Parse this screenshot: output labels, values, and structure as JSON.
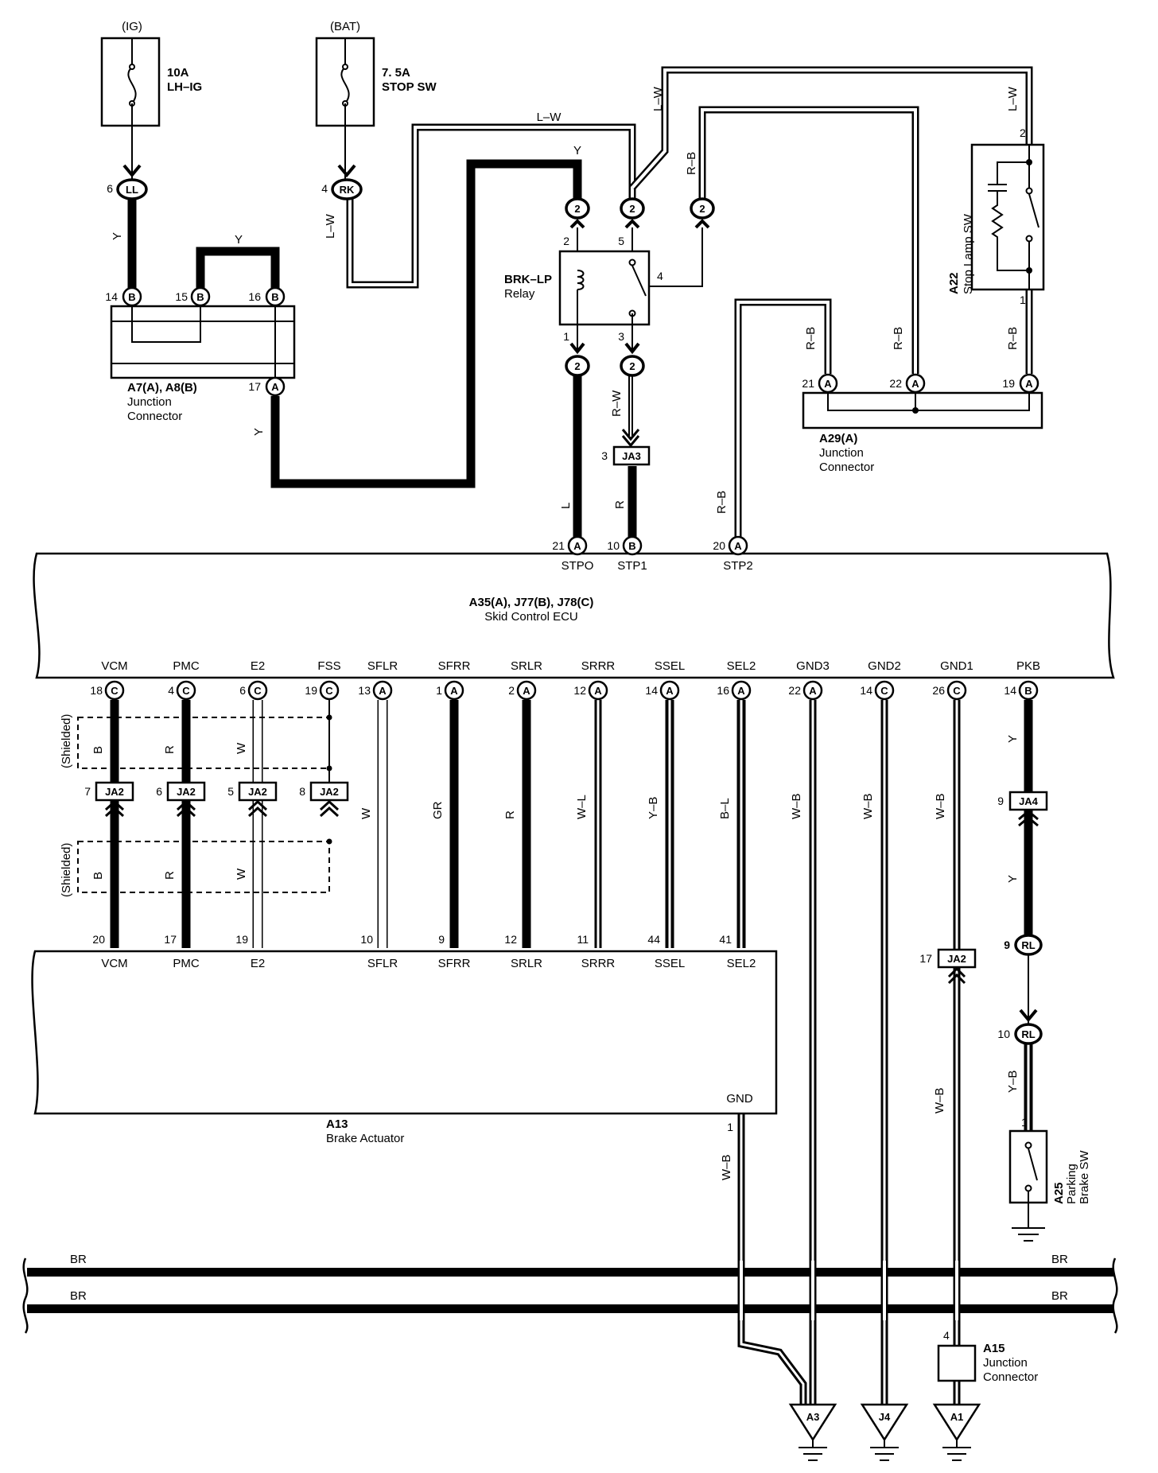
{
  "fuses": {
    "ig": {
      "source": "(IG)",
      "rating": "10A",
      "name": "LH–IG"
    },
    "bat": {
      "source": "(BAT)",
      "rating": "7. 5A",
      "name": "STOP SW"
    }
  },
  "junction_a7": {
    "code": "A7(A), A8(B)",
    "name1": "Junction",
    "name2": "Connector"
  },
  "junction_a29": {
    "code": "A29(A)",
    "name1": "Junction",
    "name2": "Connector"
  },
  "junction_a15": {
    "code": "A15",
    "name1": "Junction",
    "name2": "Connector"
  },
  "relay": {
    "name1": "BRK–LP",
    "name2": "Relay"
  },
  "stop_lamp_sw": {
    "code": "A22",
    "name": "Stop Lamp SW"
  },
  "parking_sw": {
    "code": "A25",
    "name1": "Parking",
    "name2": "Brake SW"
  },
  "ecu": {
    "code": "A35(A), J77(B), J78(C)",
    "name": "Skid Control ECU"
  },
  "actuator": {
    "code": "A13",
    "name": "Brake Actuator",
    "gnd_label": "GND"
  },
  "ecu_top_terminals": [
    {
      "pin": "21",
      "conn": "A",
      "signal": "STPO"
    },
    {
      "pin": "10",
      "conn": "B",
      "signal": "STP1"
    },
    {
      "pin": "20",
      "conn": "A",
      "signal": "STP2"
    }
  ],
  "ecu_bottom_terminals": [
    {
      "signal": "VCM",
      "pin": "18",
      "conn": "C"
    },
    {
      "signal": "PMC",
      "pin": "4",
      "conn": "C"
    },
    {
      "signal": "E2",
      "pin": "6",
      "conn": "C"
    },
    {
      "signal": "FSS",
      "pin": "19",
      "conn": "C"
    },
    {
      "signal": "SFLR",
      "pin": "13",
      "conn": "A"
    },
    {
      "signal": "SFRR",
      "pin": "1",
      "conn": "A"
    },
    {
      "signal": "SRLR",
      "pin": "2",
      "conn": "A"
    },
    {
      "signal": "SRRR",
      "pin": "12",
      "conn": "A"
    },
    {
      "signal": "SSEL",
      "pin": "14",
      "conn": "A"
    },
    {
      "signal": "SEL2",
      "pin": "16",
      "conn": "A"
    },
    {
      "signal": "GND3",
      "pin": "22",
      "conn": "A"
    },
    {
      "signal": "GND2",
      "pin": "14",
      "conn": "C"
    },
    {
      "signal": "GND1",
      "pin": "26",
      "conn": "C"
    },
    {
      "signal": "PKB",
      "pin": "14",
      "conn": "B"
    }
  ],
  "actuator_terminals": [
    {
      "signal": "VCM",
      "pin": "20"
    },
    {
      "signal": "PMC",
      "pin": "17"
    },
    {
      "signal": "E2",
      "pin": "19"
    },
    {
      "signal": "SFLR",
      "pin": "10"
    },
    {
      "signal": "SFRR",
      "pin": "9"
    },
    {
      "signal": "SRLR",
      "pin": "12"
    },
    {
      "signal": "SRRR",
      "pin": "11"
    },
    {
      "signal": "SSEL",
      "pin": "44"
    },
    {
      "signal": "SEL2",
      "pin": "41"
    }
  ],
  "wire_colors": {
    "y": "Y",
    "lw": "L–W",
    "rb": "R–B",
    "l": "L",
    "r": "R",
    "rw": "R–W",
    "b": "B",
    "w": "W",
    "gr": "GR",
    "wl": "W–L",
    "yb": "Y–B",
    "bl": "B–L",
    "wb": "W–B",
    "br": "BR"
  },
  "shielded": "(Shielded)",
  "grounds": [
    "A3",
    "J4",
    "A1"
  ],
  "connectors": {
    "ll": "LL",
    "rk": "RK",
    "rl": "RL",
    "ja2": "JA2",
    "ja3": "JA3",
    "ja4": "JA4",
    "a": "A",
    "b": "B",
    "c": "C",
    "two": "2"
  },
  "pins": {
    "p1": "1",
    "p2": "2",
    "p3": "3",
    "p4": "4",
    "p5": "5",
    "p6": "6",
    "p7": "7",
    "p8": "8",
    "p9": "9",
    "p10": "10",
    "p14": "14",
    "p15": "15",
    "p16": "16",
    "p17": "17",
    "p19": "19",
    "p21": "21",
    "p22": "22"
  }
}
